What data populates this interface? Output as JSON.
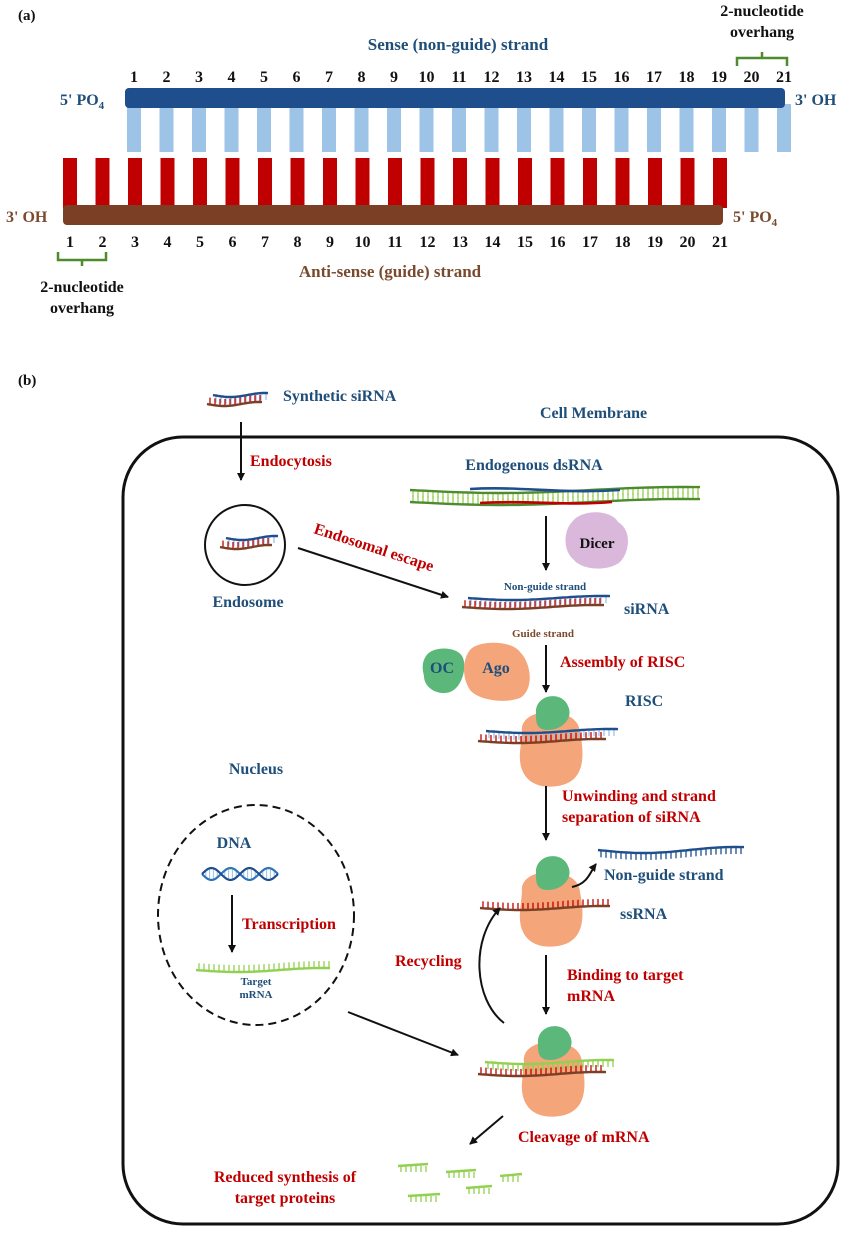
{
  "panel_a": {
    "label": "(a)",
    "sense_title": "Sense (non-guide) strand",
    "antisense_title": "Anti-sense (guide) strand",
    "sense_5": "5' PO4",
    "sense_3": "3' OH",
    "anti_3": "3' OH",
    "anti_5": "5' PO4",
    "numbers": [
      "1",
      "2",
      "3",
      "4",
      "5",
      "6",
      "7",
      "8",
      "9",
      "10",
      "11",
      "12",
      "13",
      "14",
      "15",
      "16",
      "17",
      "18",
      "19",
      "20",
      "21"
    ],
    "overhang_top_line1": "2-nucleotide",
    "overhang_top_line2": "overhang",
    "overhang_bottom_line1": "2-nucleotide",
    "overhang_bottom_line2": "overhang",
    "colors": {
      "sense_backbone": "#1f4e8c",
      "sense_bases": "#9dc3e6",
      "anti_backbone": "#7b3f26",
      "anti_bases": "#c00000",
      "bracket": "#4e8a2e"
    }
  },
  "panel_b": {
    "label": "(b)",
    "synthetic_sirna": "Synthetic siRNA",
    "cell_membrane": "Cell Membrane",
    "endocytosis": "Endocytosis",
    "endogenous_dsrna": "Endogenous dsRNA",
    "dicer": "Dicer",
    "endosomal_escape": "Endosomal escape",
    "endosome": "Endosome",
    "non_guide_strand_small": "Non-guide strand",
    "sirna": "siRNA",
    "guide_strand_small": "Guide strand",
    "oc": "OC",
    "ago": "Ago",
    "assembly_of_risc": "Assembly of RISC",
    "risc": "RISC",
    "nucleus": "Nucleus",
    "unwinding_line1": "Unwinding and  strand",
    "unwinding_line2": "separation of siRNA",
    "dna": "DNA",
    "non_guide_strand": "Non-guide strand",
    "transcription": "Transcription",
    "ssrna": "ssRNA",
    "recycling": "Recycling",
    "binding_line1": "Binding to target",
    "binding_line2": "mRNA",
    "target_mrna_line1": "Target",
    "target_mrna_line2": "mRNA",
    "cleavage": "Cleavage of mRNA",
    "reduced_line1": "Reduced synthesis of",
    "reduced_line2": "target proteins",
    "colors": {
      "blue_text": "#1f4e79",
      "red_text": "#c00000",
      "dicer": "#d9b8dc",
      "oc": "#5cb87a",
      "ago": "#f4a57a",
      "mrna": "#92d050",
      "dsrna_green": "#4e8a2e"
    }
  }
}
